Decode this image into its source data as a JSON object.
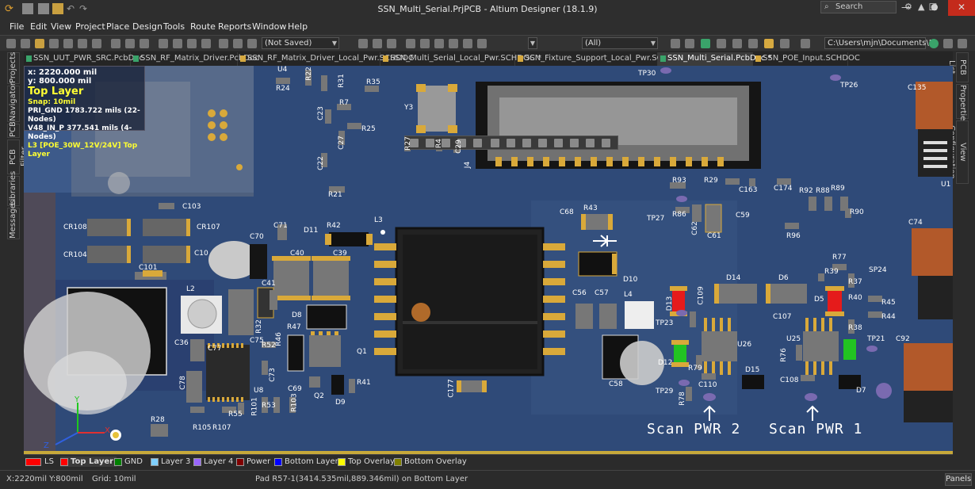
{
  "window": {
    "title": "SSN_Multi_Serial.PrjPCB - Altium Designer (18.1.9)",
    "search_placeholder": "Search",
    "minimize": "—",
    "maximize": "☐",
    "close": "✕"
  },
  "menu": [
    "File",
    "Edit",
    "View",
    "Project",
    "Place",
    "Design",
    "Tools",
    "Route",
    "Reports",
    "Window",
    "Help"
  ],
  "toolbar": {
    "save_state": "(Not Saved)",
    "filter": "(All)",
    "path": "C:\\Users\\mjn\\Documents\\P"
  },
  "tabs": [
    {
      "label": "SSN_UUT_PWR_SRC.PcbDoc",
      "kind": "pcb"
    },
    {
      "label": "SSN_RF_Matrix_Driver.PcbDoc",
      "kind": "pcb"
    },
    {
      "label": "SSN_RF_Matrix_Driver_Local_Pwr.SCHDOC",
      "kind": "sch"
    },
    {
      "label": "SSN_Multi_Serial_Local_Pwr.SCHDOC *",
      "kind": "sch"
    },
    {
      "label": "SSN_Fixture_Support_Local_Pwr.SCHDOC",
      "kind": "sch"
    },
    {
      "label": "SSN_Multi_Serial.PcbDoc *",
      "kind": "pcb",
      "active": true
    },
    {
      "label": "SSN_POE_Input.SCHDOC",
      "kind": "sch"
    }
  ],
  "left_panels": [
    "Projects",
    "Navigator",
    "PCB",
    "PCB Filter",
    "Libraries",
    "Messages"
  ],
  "right_panels": [
    "PCB List",
    "Properties",
    "View Configuration"
  ],
  "hud": {
    "x": "x:  2220.000 mil",
    "y": "y:   800.000 mil",
    "layer": "Top Layer",
    "snap": "Snap: 10mil",
    "net1": "PRI_GND    1783.722 mils (22-Nodes)",
    "net2": "V48_IN_P    377.541 mils  (4-Nodes)",
    "net3": "L3  [POE_30W_12V/24V] Top Layer"
  },
  "designators": {
    "U4": "U4",
    "R24": "R24",
    "R22": "R22",
    "R31": "R31",
    "R35": "R35",
    "R7": "R7",
    "C23": "C23",
    "R25": "R25",
    "C27": "C27",
    "C22": "C22",
    "R21": "R21",
    "Y3": "Y3",
    "R27": "R27",
    "R4": "R4",
    "C29": "C29",
    "J4": "J4",
    "TP30": "TP30",
    "TP26": "TP26",
    "C135": "C135",
    "U1": "U1",
    "C103": "C103",
    "CR108": "CR108",
    "CR107": "CR107",
    "CR104": "CR104",
    "C70": "C70",
    "C71": "C71",
    "D11": "D11",
    "R42": "R42",
    "L3": "L3",
    "C40": "C40",
    "C39": "C39",
    "C41": "C41",
    "C101": "C101",
    "L2": "L2",
    "R32": "R32",
    "D8": "D8",
    "R47": "R47",
    "C36": "C36",
    "C77": "C77",
    "C75": "C75",
    "R52": "R52",
    "R46": "R46",
    "C73": "C73",
    "C69": "C69",
    "Q1": "Q1",
    "R41": "R41",
    "Q2": "Q2",
    "D9": "D9",
    "U8": "U8",
    "R101": "R101",
    "R53": "R53",
    "R103": "R103",
    "R55": "R55",
    "C78": "C78",
    "R28": "R28",
    "R105": "R105",
    "R107": "R107",
    "C177": "C177",
    "C68": "C68",
    "R43": "R43",
    "D10": "D10",
    "C56": "C56",
    "C57": "C57",
    "L4": "L4",
    "C58": "C58",
    "D13": "D13",
    "C109": "C109",
    "TP23": "TP23",
    "D12": "D12",
    "R79": "R79",
    "C110": "C110",
    "TP29": "TP29",
    "R78": "R78",
    "U26": "U26",
    "D15": "D15",
    "D14": "D14",
    "D6": "D6",
    "C107": "C107",
    "D5": "D5",
    "R39": "R39",
    "R37": "R37",
    "R40": "R40",
    "R77": "R77",
    "SP24": "SP24",
    "R45": "R45",
    "R44": "R44",
    "R38": "R38",
    "TP21": "TP21",
    "C92": "C92",
    "U25": "U25",
    "R76": "R76",
    "C108": "C108",
    "D7": "D7",
    "R93": "R93",
    "R29": "R29",
    "C163": "C163",
    "C174": "C174",
    "R92": "R92",
    "R88": "R88",
    "R89": "R89",
    "R90": "R90",
    "TP27": "TP27",
    "R86": "R86",
    "C62": "C62",
    "C61": "C61",
    "C59": "C59",
    "R96": "R96",
    "C74": "C74",
    "C10": "C10"
  },
  "labels": {
    "scan2": "Scan PWR 2",
    "scan1": "Scan PWR 1"
  },
  "layers": [
    {
      "name": "LS",
      "color": "#ff0000"
    },
    {
      "name": "Top Layer",
      "color": "#ff0000",
      "active": true
    },
    {
      "name": "GND",
      "color": "#008000"
    },
    {
      "name": "Layer 3",
      "color": "#7fd0ff"
    },
    {
      "name": "Layer 4",
      "color": "#9966ff"
    },
    {
      "name": "Power",
      "color": "#800000"
    },
    {
      "name": "Bottom Layer",
      "color": "#0000ff"
    },
    {
      "name": "Top Overlay",
      "color": "#ffff00"
    },
    {
      "name": "Bottom Overlay",
      "color": "#808000"
    }
  ],
  "status": {
    "coords": "X:2220mil Y:800mil",
    "grid": "Grid: 10mil",
    "pad": "Pad R57-1(3414.535mil,889.346mil) on Bottom Layer",
    "panels": "Panels"
  },
  "colors": {
    "board": "#2f4a78",
    "copper": "#d9a93a",
    "silkscreen": "#ffffff",
    "accent_close": "#c42b1c"
  }
}
